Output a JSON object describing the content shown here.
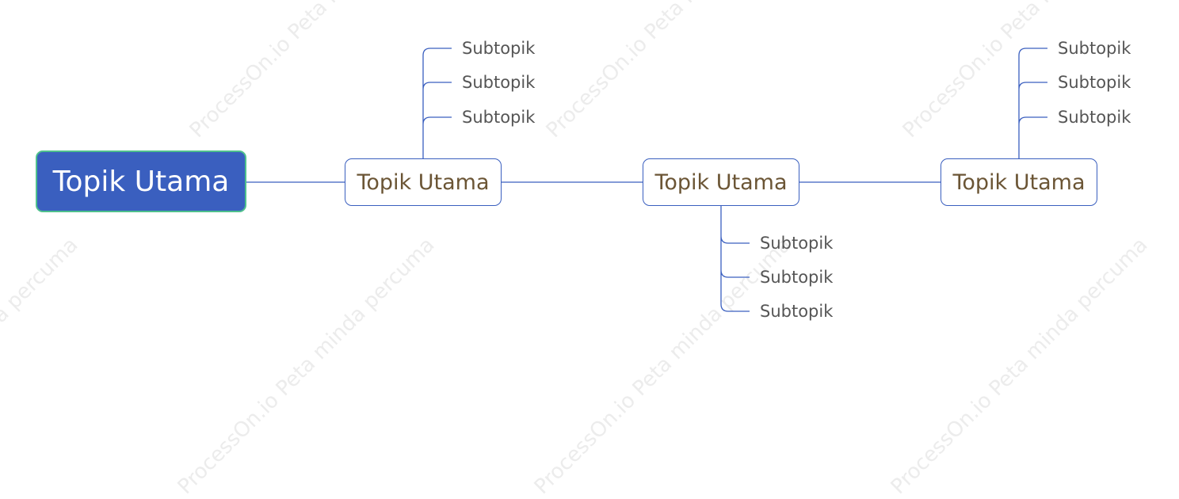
{
  "watermark": {
    "texts": [
      "ProcessOn.io Peta minda percuma",
      "ProcessOn.io Peta minda percuma",
      "ProcessOn.io Peta minda percuma",
      "ProcessOn.io Peta minda percuma",
      "ProcessOn.io Peta minda percuma",
      "ProcessOn.io Peta minda percuma",
      "ProcessOn.io Peta minda percuma"
    ]
  },
  "root": {
    "label": "Topik Utama",
    "fill": "#3a5fbf",
    "border": "#4fc08d"
  },
  "topics": [
    {
      "label": "Topik Utama",
      "subtopics": [
        "Subtopik",
        "Subtopik",
        "Subtopik"
      ]
    },
    {
      "label": "Topik Utama",
      "subtopics": [
        "Subtopik",
        "Subtopik",
        "Subtopik"
      ]
    },
    {
      "label": "Topik Utama",
      "subtopics": [
        "Subtopik",
        "Subtopik",
        "Subtopik"
      ]
    }
  ],
  "colors": {
    "line": "#3a5fbf",
    "topic_text": "#6b5535",
    "subtopic_text": "#555555"
  }
}
